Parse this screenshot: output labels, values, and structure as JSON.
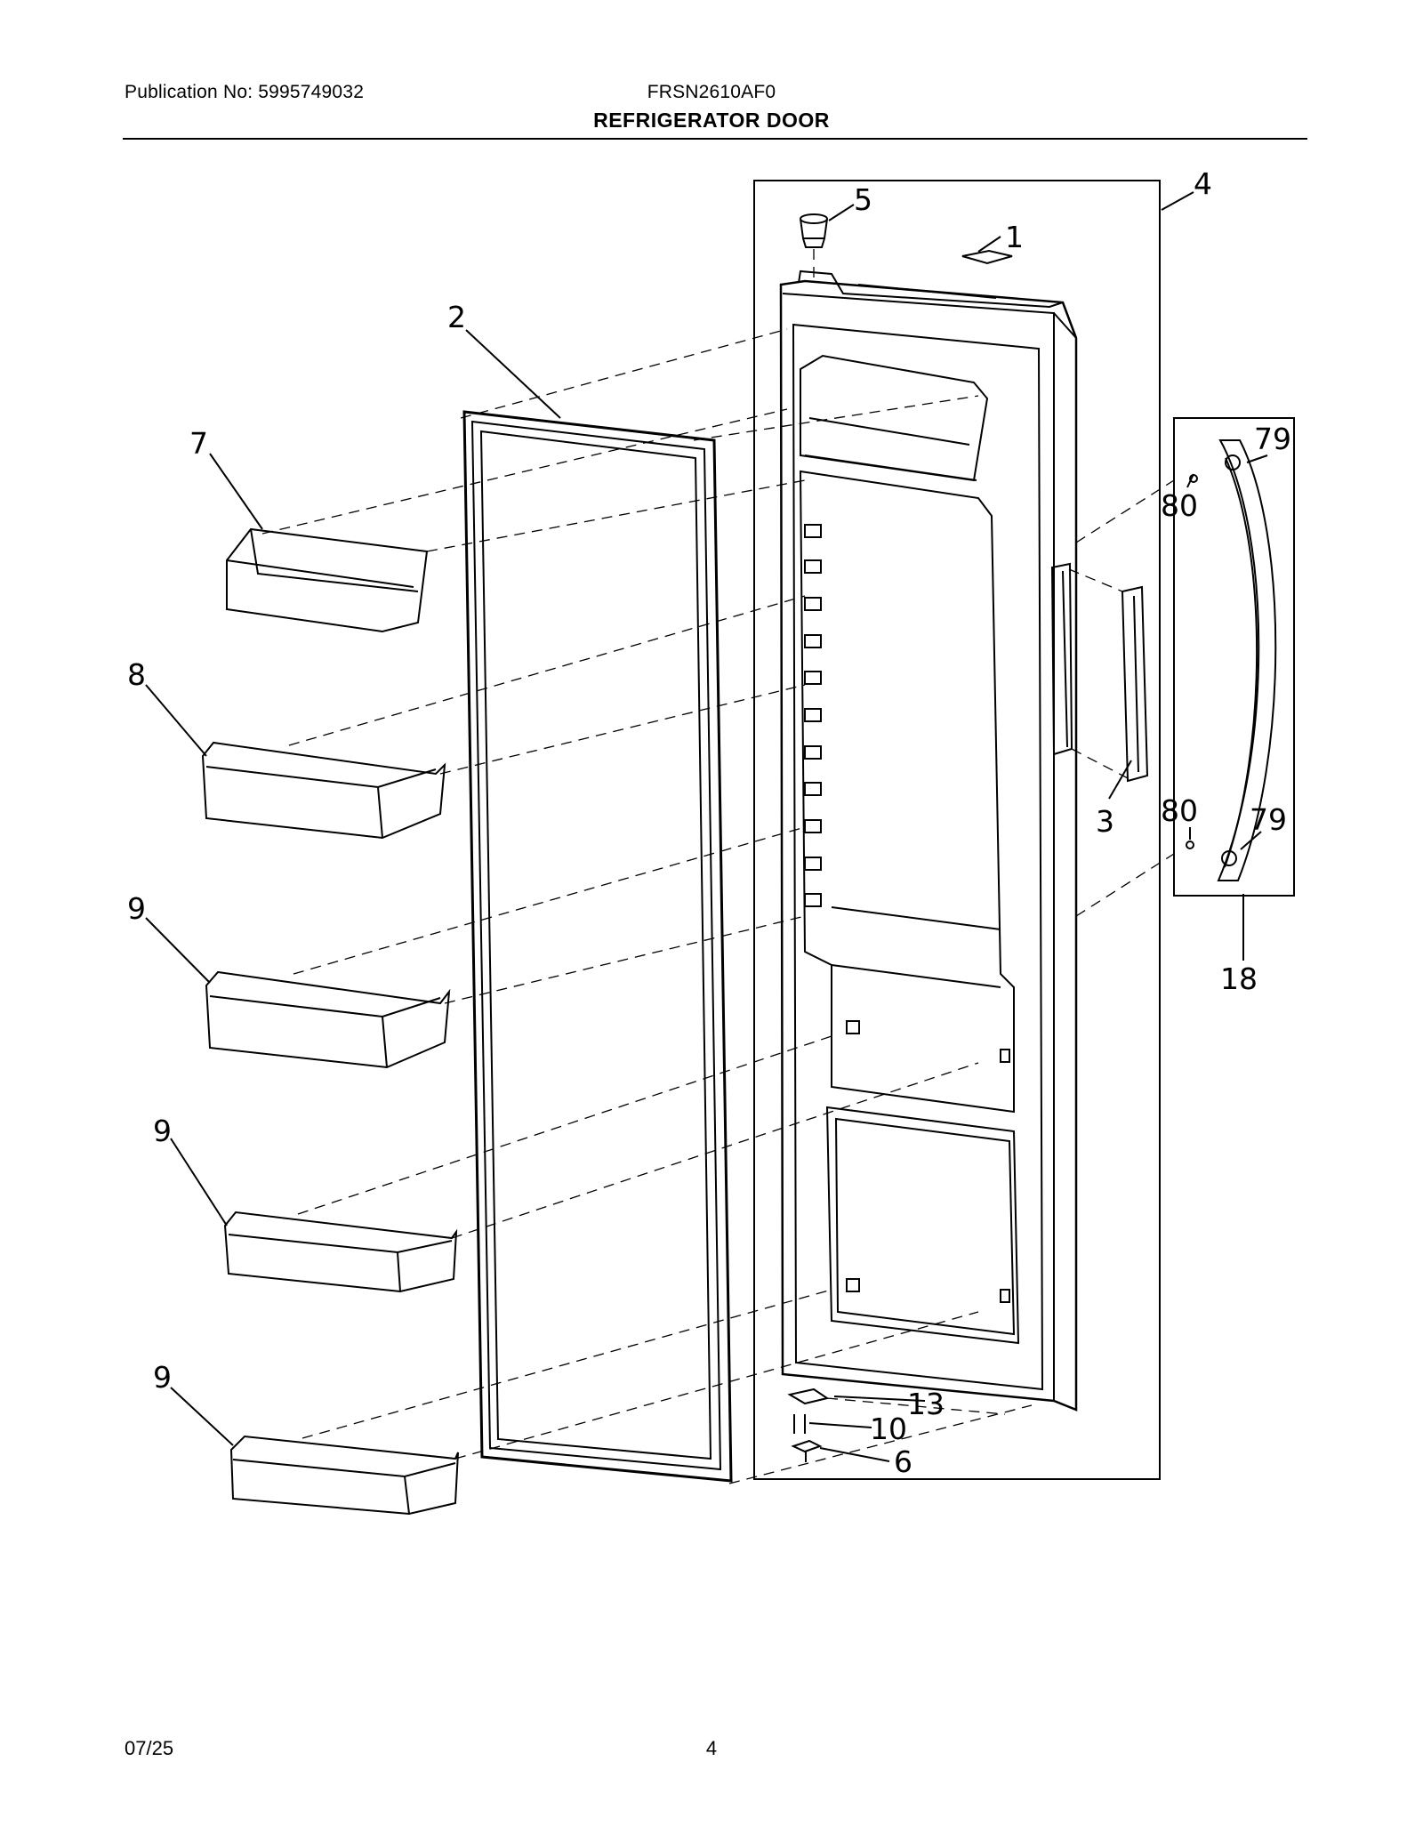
{
  "header": {
    "publication": "Publication No: 5995749032",
    "model": "FRSN2610AF0",
    "title": "REFRIGERATOR DOOR"
  },
  "footer": {
    "date": "07/25",
    "page": "4"
  },
  "callouts": {
    "c1": "1",
    "c2": "2",
    "c3": "3",
    "c4": "4",
    "c5": "5",
    "c6": "6",
    "c7": "7",
    "c8": "8",
    "c9a": "9",
    "c9b": "9",
    "c9c": "9",
    "c10": "10",
    "c13": "13",
    "c18": "18",
    "c79a": "79",
    "c79b": "79",
    "c80a": "80",
    "c80b": "80"
  }
}
